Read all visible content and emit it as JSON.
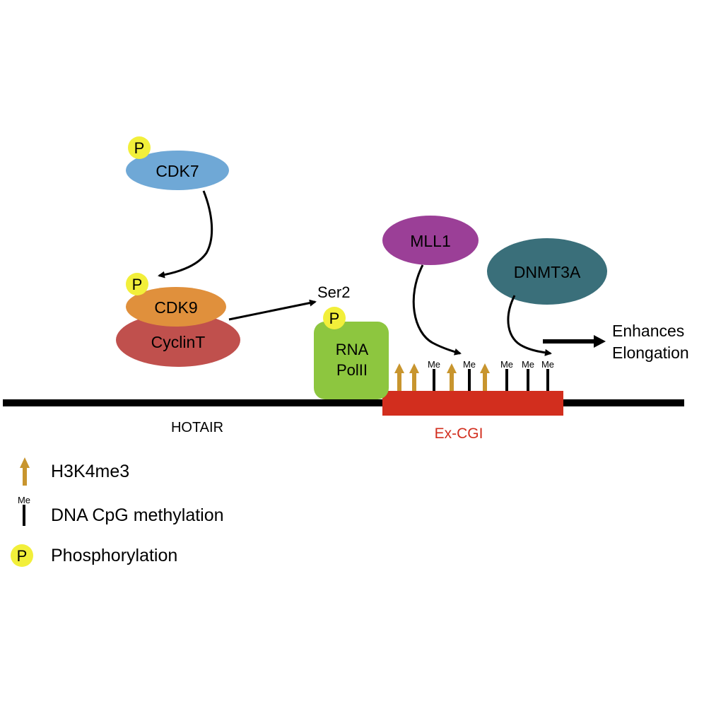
{
  "nodes": {
    "cdk7": {
      "label": "CDK7",
      "color": "#6fa8d6"
    },
    "cdk9": {
      "label": "CDK9",
      "color": "#e0903c"
    },
    "cyclint": {
      "label": "CyclinT",
      "color": "#c0504d"
    },
    "rna_polii": {
      "line1": "RNA",
      "line2": "PolII",
      "color": "#8dc63f"
    },
    "mll1": {
      "label": "MLL1",
      "color": "#9b3f97"
    },
    "dnmt3a": {
      "label": "DNMT3A",
      "color": "#3a6f7a"
    }
  },
  "labels": {
    "ser2": "Ser2",
    "hotair": "HOTAIR",
    "ex_cgi": "Ex-CGI",
    "enhances_line1": "Enhances",
    "enhances_line2": "Elongation"
  },
  "marks": {
    "phospho_symbol": "P",
    "me_symbol": "Me",
    "phospho_color": "#f2ef3a",
    "h3k4me3_color": "#c8952e",
    "ex_cgi_color": "#d22e1e"
  },
  "legend": {
    "h3k4me3": "H3K4me3",
    "dna_cpg_methylation": "DNA CpG methylation",
    "phosphorylation": "Phosphorylation"
  }
}
